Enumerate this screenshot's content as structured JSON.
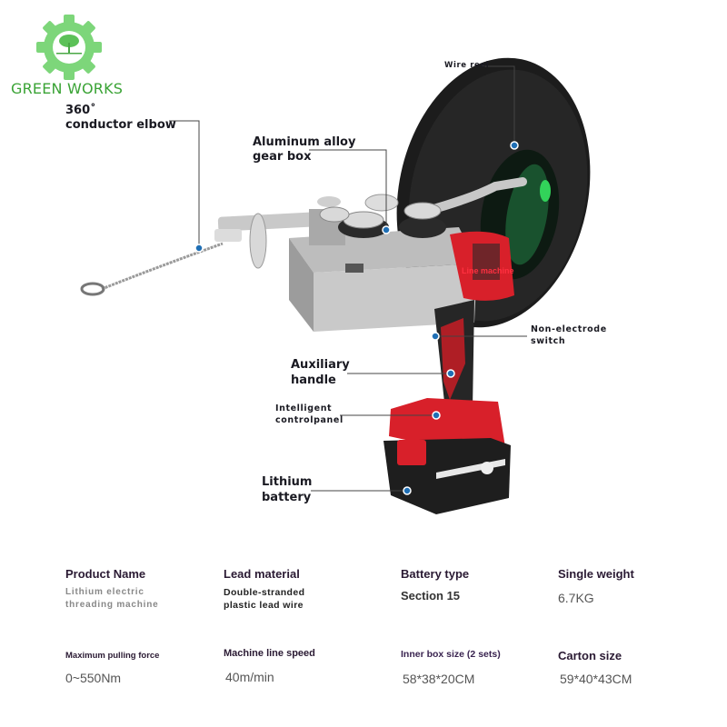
{
  "brand": {
    "name": "GREEN WORKS",
    "color": "#3aa335",
    "logo_icon": "gear-tree-logo"
  },
  "callouts": {
    "wire_reel": "Wire reel",
    "elbow_line1": "360˚",
    "elbow_line2": "conductor elbow",
    "gearbox_line1": "Aluminum alloy",
    "gearbox_line2": "gear box",
    "switch_line1": "Non-electrode",
    "switch_line2": "switch",
    "handle_line1": "Auxiliary",
    "handle_line2": "handle",
    "panel_line1": "Intelligent",
    "panel_line2": "controlpanel",
    "battery_line1": "Lithium",
    "battery_line2": "battery"
  },
  "product_marking": "Line machine",
  "colors": {
    "accent_red": "#d8202a",
    "dot_blue": "#1f6fb5",
    "reel_black": "#1c1c1c"
  },
  "specs": [
    {
      "label": "Product Name",
      "value_line1": "Lithium electric",
      "value_line2": "threading machine"
    },
    {
      "label": "Lead material",
      "value_line1": "Double-stranded",
      "value_line2": "plastic lead wire"
    },
    {
      "label": "Battery type",
      "value": "Section 15"
    },
    {
      "label": "Single weight",
      "value": "6.7KG"
    },
    {
      "label": "Maximum pulling force",
      "value": "0~550Nm"
    },
    {
      "label": "Machine line speed",
      "value": "40m/min"
    },
    {
      "label": "Inner box size (2 sets)",
      "value": "58*38*20CM"
    },
    {
      "label": "Carton size",
      "value": "59*40*43CM"
    }
  ]
}
